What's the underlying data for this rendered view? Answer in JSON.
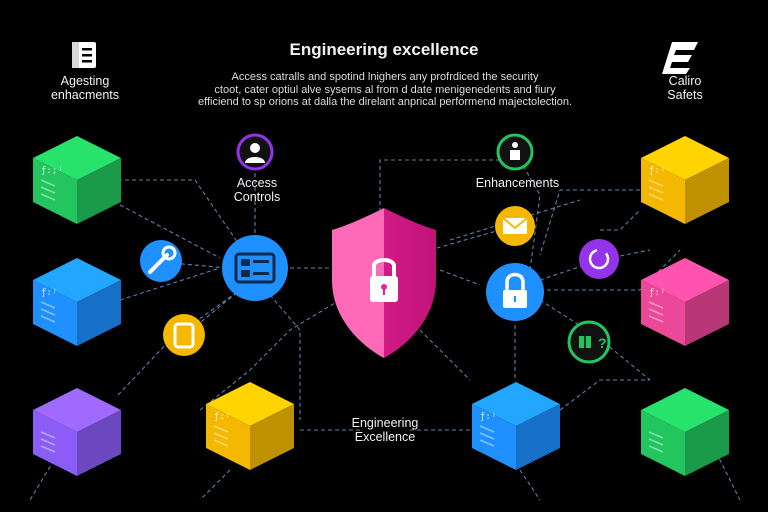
{
  "header": {
    "title": "Engineering excellence",
    "description_lines": [
      "Access catralls and spotind lnighers any profrdiced the security",
      "ctoot, cater optiul alve sysems al from d date menigenedents and fiury",
      "efficiend to sp orions at dalla the direlant anprical performend majectolection."
    ]
  },
  "corners": {
    "left_label_lines": [
      "Agesting",
      "enhacments"
    ],
    "right_label_lines": [
      "Caliro",
      "Safets"
    ],
    "left_icon": "document-icon",
    "right_icon": "brand-logo"
  },
  "labels": {
    "access_controls": [
      "Access",
      "Controls"
    ],
    "enhancements": "Enhancements",
    "engineering_excellence": [
      "Engineering",
      "Excellence"
    ]
  },
  "cubes": [
    {
      "id": "cube-top-left",
      "color": "#22c55e",
      "text": "ƒ:;ʲ"
    },
    {
      "id": "cube-mid-left",
      "color": "#1e90ff",
      "text": "ƒ:ʲ"
    },
    {
      "id": "cube-bottom-left",
      "color": "#8b5cf6",
      "text": ""
    },
    {
      "id": "cube-bottom-center-left",
      "color": "#f5b800",
      "text": "ƒ:ʲ"
    },
    {
      "id": "cube-bottom-center-right",
      "color": "#1e90ff",
      "text": "ƒ:ʲ"
    },
    {
      "id": "cube-top-right",
      "color": "#f5b800",
      "text": "ƒ:ʲ"
    },
    {
      "id": "cube-mid-right",
      "color": "#ec4899",
      "text": "ƒ:ʲ"
    },
    {
      "id": "cube-bottom-right",
      "color": "#22c55e",
      "text": ""
    }
  ],
  "icons": [
    {
      "id": "wrench-icon",
      "color": "#1e90ff"
    },
    {
      "id": "phone-icon",
      "color": "#f5b800"
    },
    {
      "id": "dashboard-icon",
      "color": "#1e90ff"
    },
    {
      "id": "user-icon",
      "color": "#9333ea"
    },
    {
      "id": "person-icon",
      "color": "#22c55e"
    },
    {
      "id": "mail-icon",
      "color": "#f5b800"
    },
    {
      "id": "lock-icon",
      "color": "#1e90ff"
    },
    {
      "id": "refresh-icon",
      "color": "#9333ea"
    },
    {
      "id": "gift-icon",
      "color": "#22c55e"
    },
    {
      "id": "shield-lock-icon",
      "color": "#e0279a"
    }
  ],
  "colors": {
    "background": "#000000",
    "connector": "#5b7fa8",
    "shield_light": "#ff5fb0",
    "shield_dark": "#c0147a"
  }
}
